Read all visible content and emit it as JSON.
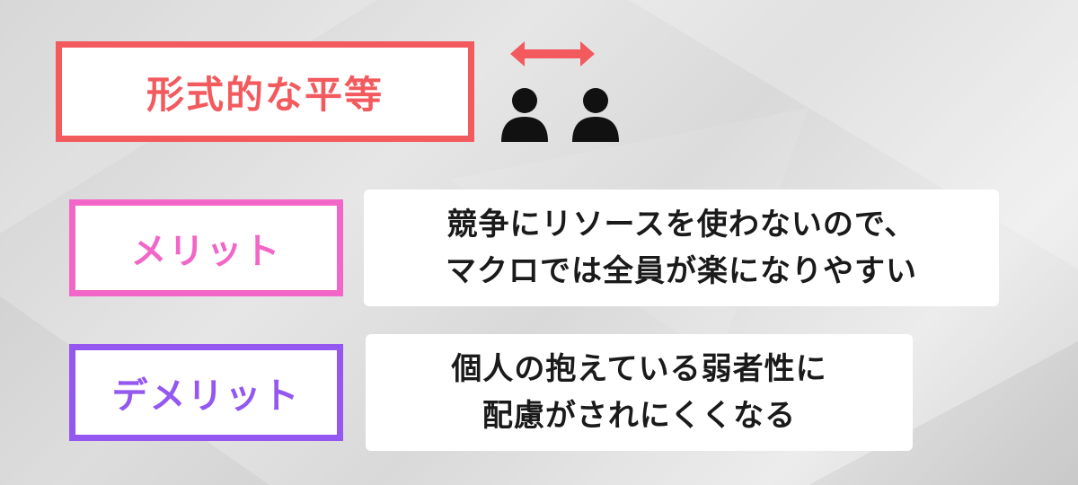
{
  "title": {
    "text": "形式的な平等"
  },
  "merit": {
    "label": "メリット",
    "description": [
      "競争にリソースを使わないので、",
      "マクロでは全員が楽になりやすい"
    ]
  },
  "demerit": {
    "label": "デメリット",
    "description": [
      "個人の抱えている弱者性に",
      "配慮がされにくくなる"
    ]
  },
  "colors": {
    "title": "#f25a5e",
    "merit": "#f266c8",
    "demerit": "#9457f0",
    "arrow": "#f25a5e",
    "person": "#111111"
  },
  "icons": [
    "double-arrow-icon",
    "person-icon",
    "person-icon"
  ]
}
